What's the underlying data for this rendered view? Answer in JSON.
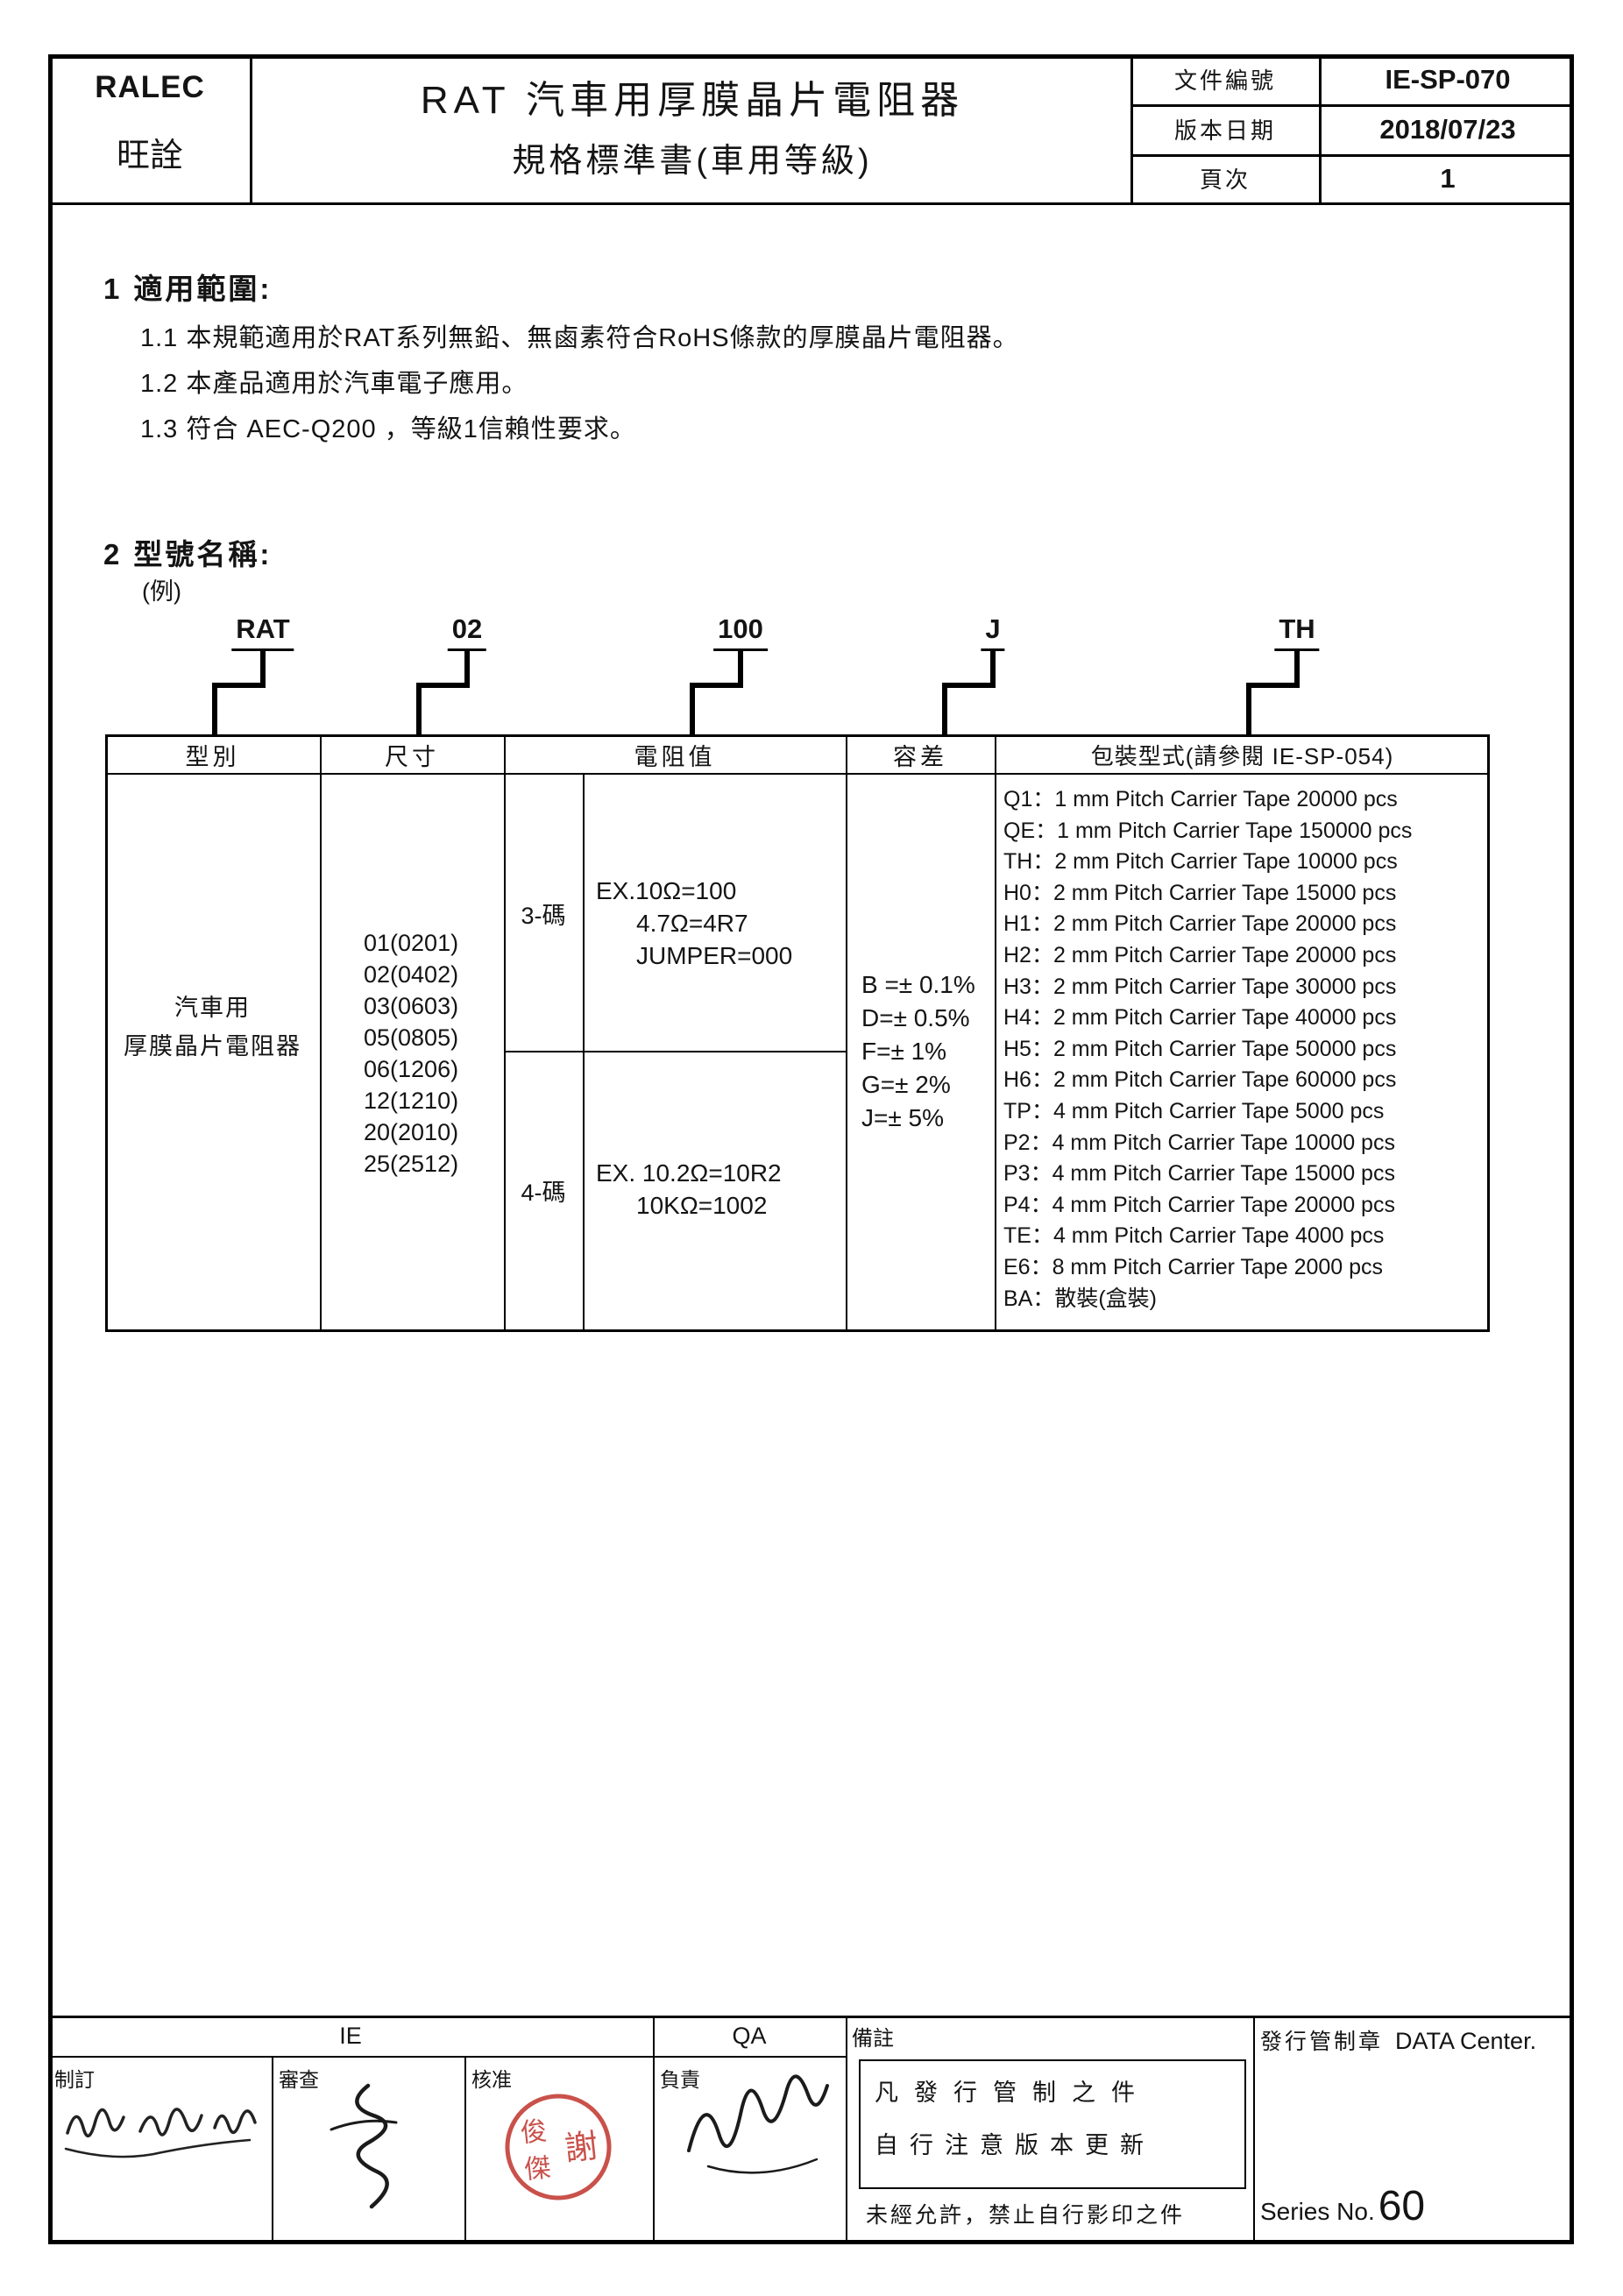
{
  "header": {
    "logo": "RALEC",
    "logo_sub": "旺詮",
    "title_line1": "RAT 汽車用厚膜晶片電阻器",
    "title_line2": "規格標準書(車用等級)",
    "doc_no_label": "文件編號",
    "doc_no_value": "IE-SP-070",
    "date_label": "版本日期",
    "date_value": "2018/07/23",
    "page_label": "頁次",
    "page_value": "1"
  },
  "scope": {
    "heading_num": "1",
    "heading": "適用範圍:",
    "items": [
      "1.1 本規範適用於RAT系列無鉛、無鹵素符合RoHS條款的厚膜晶片電阻器。",
      "1.2 本產品適用於汽車電子應用。",
      "1.3 符合 AEC-Q200 ，等級1信賴性要求。"
    ]
  },
  "model": {
    "heading_num": "2",
    "heading": "型號名稱:",
    "example_label": "(例)",
    "codes": [
      "RAT",
      "02",
      "100",
      "J",
      "TH"
    ],
    "table": {
      "col_type": "型別",
      "col_size": "尺寸",
      "col_resistance": "電阻值",
      "col_tolerance": "容差",
      "col_packaging": "包裝型式(請參閱 IE-SP-054)",
      "type_line1": "汽車用",
      "type_line2": "厚膜晶片電阻器",
      "sizes": [
        "01(0201)",
        "02(0402)",
        "03(0603)",
        "05(0805)",
        "06(1206)",
        "12(1210)",
        "20(2010)",
        "25(2512)"
      ],
      "res3_label": "3-碼",
      "res3_lines": [
        "EX.10Ω=100",
        "4.7Ω=4R7",
        "JUMPER=000"
      ],
      "res4_label": "4-碼",
      "res4_lines": [
        "EX. 10.2Ω=10R2",
        "10KΩ=1002"
      ],
      "tolerances": [
        "B =± 0.1%",
        "D=± 0.5%",
        "F=± 1%",
        "G=± 2%",
        "J=± 5%"
      ],
      "packaging": [
        "Q1：1 mm Pitch Carrier Tape 20000 pcs",
        "QE：1 mm Pitch Carrier Tape 150000 pcs",
        "TH：2 mm Pitch Carrier Tape 10000 pcs",
        "H0：2 mm Pitch Carrier Tape 15000 pcs",
        "H1：2 mm Pitch Carrier Tape 20000 pcs",
        "H2：2 mm Pitch Carrier Tape 20000 pcs",
        "H3：2 mm Pitch Carrier Tape 30000 pcs",
        "H4：2 mm Pitch Carrier Tape 40000 pcs",
        "H5：2 mm Pitch Carrier Tape 50000 pcs",
        "H6：2 mm Pitch Carrier Tape 60000 pcs",
        "TP：4 mm Pitch Carrier Tape 5000 pcs",
        "P2：4 mm Pitch Carrier Tape 10000 pcs",
        "P3：4 mm Pitch Carrier Tape 15000 pcs",
        "P4：4 mm Pitch Carrier Tape 20000 pcs",
        "TE：4 mm Pitch Carrier Tape 4000 pcs",
        "E6：8 mm Pitch Carrier Tape 2000 pcs",
        "BA：散裝(盒裝)"
      ]
    }
  },
  "footer": {
    "ie_label": "IE",
    "qa_label": "QA",
    "remark_label": "備註",
    "made_label": "制訂",
    "review_label": "審查",
    "approve_label": "核准",
    "responsible_label": "負責",
    "remark_line1": "凡發行管制之件",
    "remark_line2": "自行注意版本更新",
    "remark_bottom": "未經允許，禁止自行影印之件",
    "stamp_label": "發行管制章",
    "stamp_value": "DATA Center.",
    "series_label": "Series No.",
    "series_value": "60",
    "stamp_name_top": "俊",
    "stamp_name_bottom": "傑",
    "stamp_name_right": "謝"
  },
  "colors": {
    "stamp_red": "#c5433c",
    "ink": "#141414"
  }
}
